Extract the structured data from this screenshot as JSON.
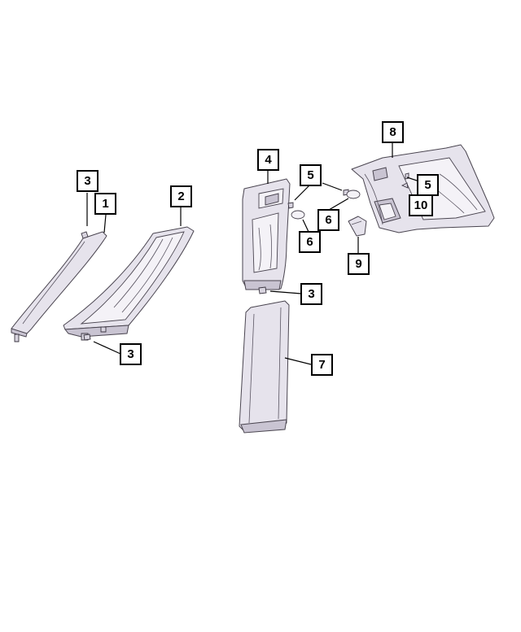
{
  "callouts": [
    {
      "id": "c3a",
      "label": "3"
    },
    {
      "id": "c1",
      "label": "1"
    },
    {
      "id": "c2",
      "label": "2"
    },
    {
      "id": "c3b",
      "label": "3"
    },
    {
      "id": "c4",
      "label": "4"
    },
    {
      "id": "c5a",
      "label": "5"
    },
    {
      "id": "c6a",
      "label": "6"
    },
    {
      "id": "c6b",
      "label": "6"
    },
    {
      "id": "c3c",
      "label": "3"
    },
    {
      "id": "c7",
      "label": "7"
    },
    {
      "id": "c8",
      "label": "8"
    },
    {
      "id": "c5b",
      "label": "5"
    },
    {
      "id": "c10",
      "label": "10"
    },
    {
      "id": "c9",
      "label": "9"
    }
  ]
}
